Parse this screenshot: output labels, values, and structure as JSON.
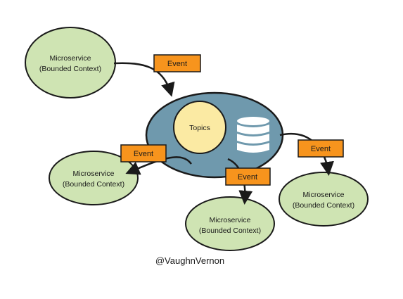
{
  "colors": {
    "microservice_fill": "#cfe4b3",
    "hub_fill": "#6f99ad",
    "topics_fill": "#fbeaa3",
    "event_fill": "#f7941d",
    "stroke": "#1a1a1a",
    "db_fill": "#ffffff"
  },
  "microservices": [
    {
      "line1": "Microservice",
      "line2": "(Bounded Context)"
    },
    {
      "line1": "Microservice",
      "line2": "(Bounded Context)"
    },
    {
      "line1": "Microservice",
      "line2": "(Bounded Context)"
    },
    {
      "line1": "Microservice",
      "line2": "(Bounded Context)"
    }
  ],
  "hub": {
    "topics_label": "Topics",
    "db_icon": "database-icon"
  },
  "events": [
    {
      "label": "Event"
    },
    {
      "label": "Event"
    },
    {
      "label": "Event"
    },
    {
      "label": "Event"
    }
  ],
  "credit": "@VaughnVernon"
}
